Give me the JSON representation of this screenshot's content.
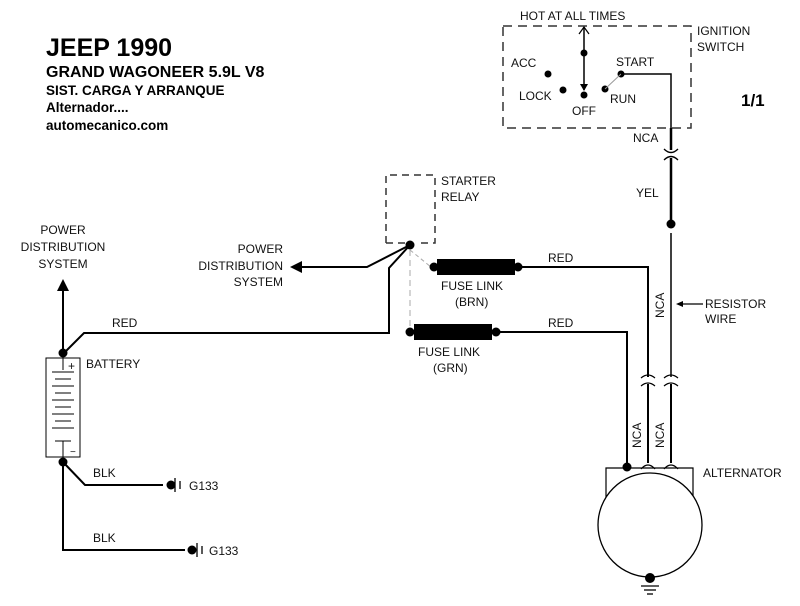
{
  "header": {
    "title": "JEEP 1990",
    "model": "GRAND WAGONEER  5.9L  V8",
    "system": "SIST. CARGA  Y ARRANQUE",
    "section": "Alternador....",
    "site": "automecanico.com"
  },
  "page_number": "1/1",
  "ignition_switch": {
    "label_line1": "IGNITION",
    "label_line2": "SWITCH",
    "hot_label": "HOT AT ALL TIMES",
    "positions": [
      "ACC",
      "LOCK",
      "OFF",
      "RUN",
      "START"
    ]
  },
  "starter_relay": {
    "label_line1": "STARTER",
    "label_line2": "RELAY"
  },
  "power_distribution_center": {
    "line1": "POWER",
    "line2": "DISTRIBUTION",
    "line3": "SYSTEM"
  },
  "power_distribution_left": {
    "line1": "POWER",
    "line2": "DISTRIBUTION",
    "line3": "SYSTEM"
  },
  "battery": {
    "label": "BATTERY",
    "plus": "+",
    "minus": "−"
  },
  "fuse_link_brn": {
    "line1": "FUSE LINK",
    "line2": "(BRN)"
  },
  "fuse_link_grn": {
    "line1": "FUSE LINK",
    "line2": "(GRN)"
  },
  "resistor_wire": {
    "line1": "RESISTOR",
    "line2": "WIRE"
  },
  "alternator": {
    "label": "ALTERNATOR"
  },
  "wires": {
    "red_battery": "RED",
    "red_fuse_brn": "RED",
    "red_fuse_grn": "RED",
    "nca_switch": "NCA",
    "yel": "YEL",
    "nca_resistor": "NCA",
    "nca_alt_1": "NCA",
    "nca_alt_2": "NCA",
    "blk_1": "BLK",
    "blk_2": "BLK"
  },
  "grounds": [
    {
      "label": "G133"
    },
    {
      "label": "G133"
    }
  ]
}
